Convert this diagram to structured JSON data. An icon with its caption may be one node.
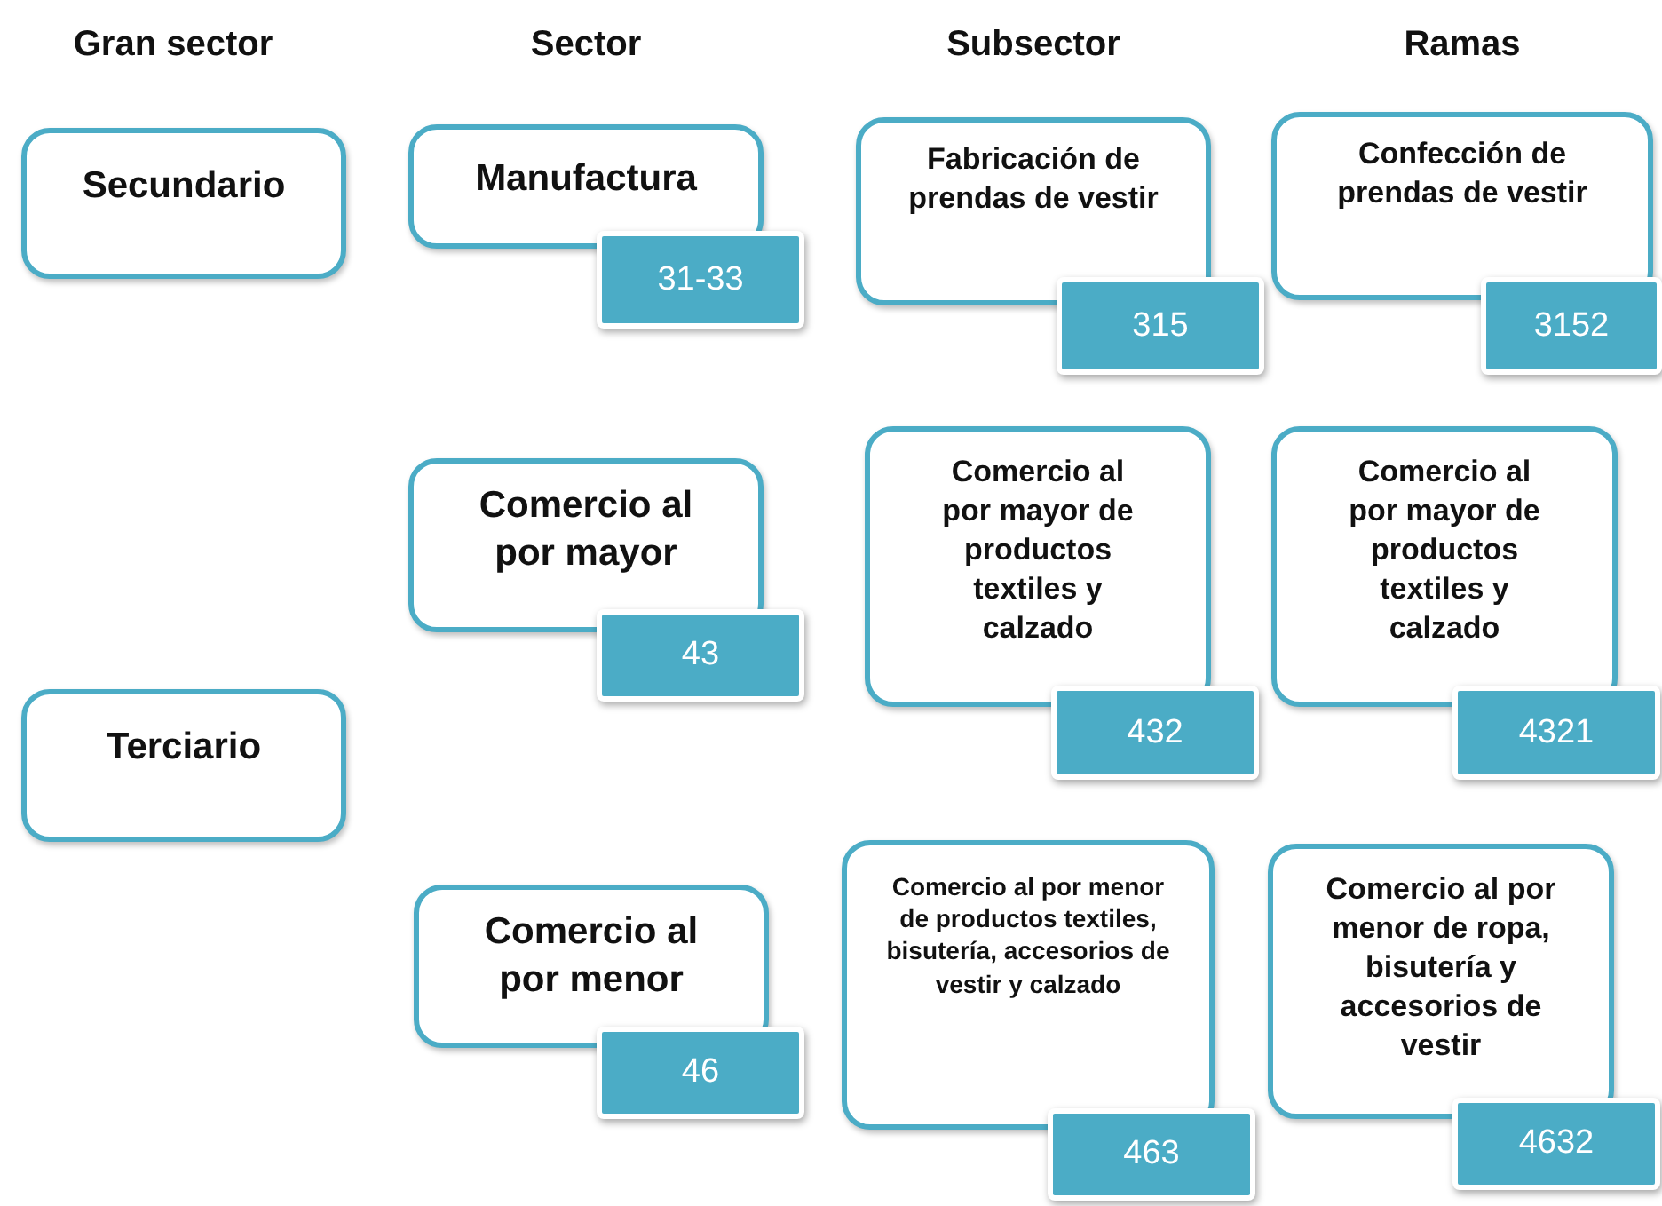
{
  "diagram": {
    "nodes": [
      {
        "text": [
          "Secundario"
        ]
      },
      {
        "text": [
          "Manufactura"
        ]
      },
      {
        "text": [
          "31-33"
        ]
      },
      {
        "text": [
          "Fabricación de prendas de vestir"
        ]
      },
      {
        "text": [
          "315"
        ]
      },
      {
        "text": [
          "Confección de prendas de vestir"
        ]
      },
      {
        "text": [
          "3152"
        ]
      },
      {
        "text": [
          "Comercio al por mayor"
        ]
      },
      {
        "text": [
          "43"
        ]
      },
      {
        "text": [
          "Comercio al por mayor de productos textiles y calzado"
        ]
      },
      {
        "text": [
          "432"
        ]
      },
      {
        "text": [
          "Comercio al por mayor de productos textiles y calzado"
        ]
      },
      {
        "text": [
          "4321"
        ]
      },
      {
        "text": [
          "Terciario"
        ]
      },
      {
        "text": [
          "Comercio al por menor"
        ]
      },
      {
        "text": [
          "46"
        ]
      },
      {
        "text": [
          "Comercio al por menor de productos textiles, bisutería, accesorios de vestir y calzado"
        ]
      },
      {
        "text": [
          "463"
        ]
      },
      {
        "text": [
          "Comercio al por menor de ropa, bisutería y accesorios de vestir"
        ]
      },
      {
        "text": [
          "4632"
        ]
      }
    ],
    "labels": [
      "Gran sector",
      "Sector",
      "Subsector",
      "Ramas"
    ]
  }
}
